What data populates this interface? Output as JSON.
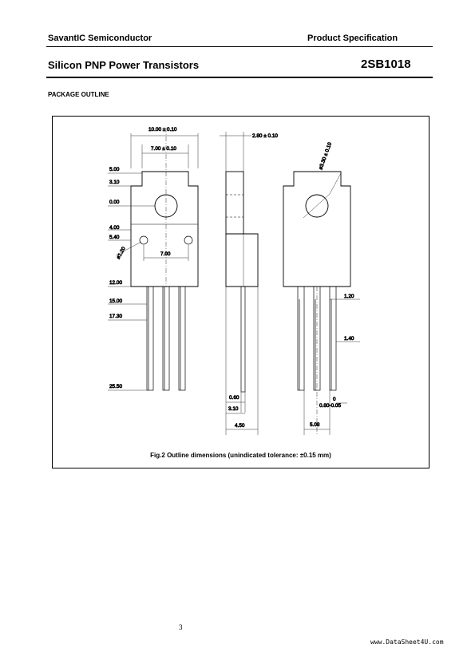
{
  "header": {
    "company": "SavantIC Semiconductor",
    "spec": "Product Specification",
    "title": "Silicon PNP Power Transistors",
    "part_number": "2SB1018"
  },
  "section_title": "PACKAGE OUTLINE",
  "figure": {
    "caption": "Fig.2 Outline dimensions (unindicated tolerance:  ±0.15 mm)",
    "left_view": {
      "dim_width_outer": "10.00 ± 0.10",
      "dim_width_inner": "7.00 ± 0.10",
      "vertical_labels": [
        "5.00",
        "3.10",
        "0.00",
        "4.00",
        "5.40",
        "12.00",
        "15.00",
        "17.30",
        "25.50"
      ],
      "hole_diameter": "ø1.20",
      "hole_spacing": "7.00"
    },
    "side_view": {
      "dim_thickness": "2.80 ± 0.10",
      "dim_lead": "0.60",
      "dim_offset": "3.10",
      "dim_depth": "4.50"
    },
    "right_view": {
      "dim_hole": "ø3.30 ± 0.10",
      "dim_pin_w1": "1.20",
      "dim_pin_w2": "1.40",
      "dim_tol_zero": "0",
      "dim_pin_thick": "0.80-0.05",
      "dim_pitch": "5.08"
    }
  },
  "page_number": "3",
  "website": "www.DataSheet4U.com"
}
